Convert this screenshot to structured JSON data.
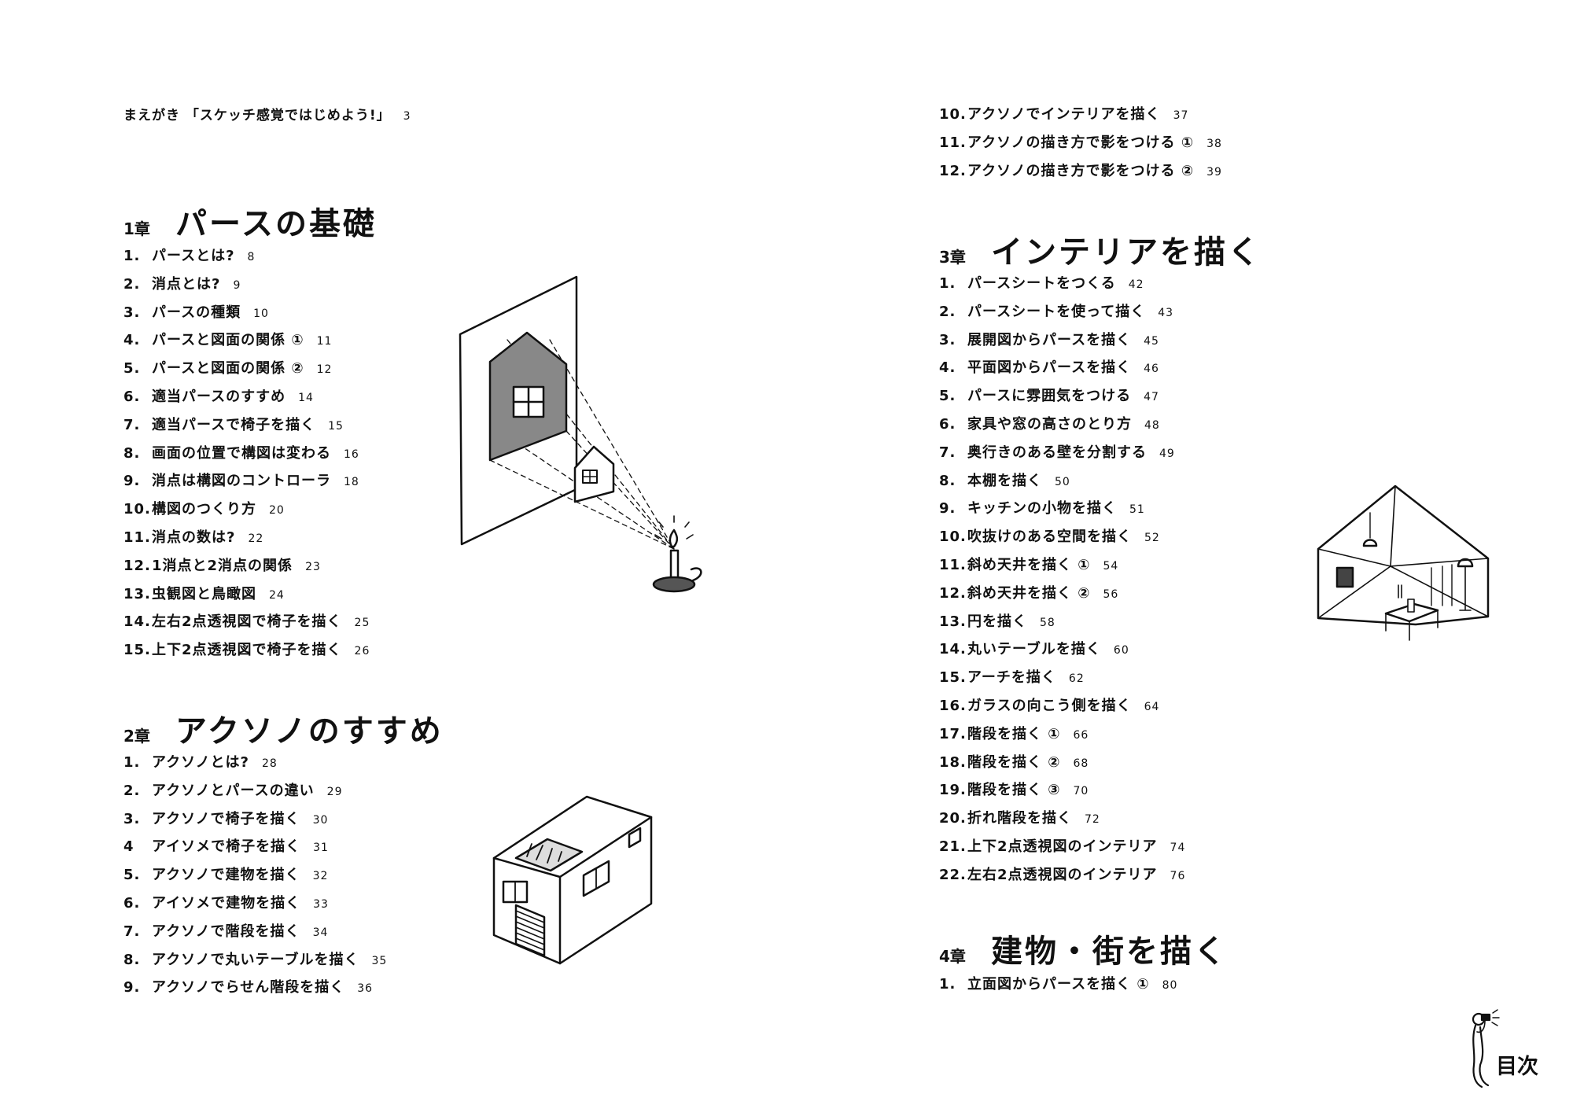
{
  "preface": {
    "label": "まえがき 「スケッチ感覚ではじめよう!」",
    "page": "3"
  },
  "chapters": [
    {
      "num": "1章",
      "title": "パースの基礎",
      "items": [
        {
          "n": "1.",
          "label": "パースとは?",
          "page": "8"
        },
        {
          "n": "2.",
          "label": "消点とは?",
          "page": "9"
        },
        {
          "n": "3.",
          "label": "パースの種類",
          "page": "10"
        },
        {
          "n": "4.",
          "label": "パースと図面の関係 ①",
          "page": "11"
        },
        {
          "n": "5.",
          "label": "パースと図面の関係 ②",
          "page": "12"
        },
        {
          "n": "6.",
          "label": "適当パースのすすめ",
          "page": "14"
        },
        {
          "n": "7.",
          "label": "適当パースで椅子を描く",
          "page": "15"
        },
        {
          "n": "8.",
          "label": "画面の位置で構図は変わる",
          "page": "16"
        },
        {
          "n": "9.",
          "label": "消点は構図のコントローラ",
          "page": "18"
        },
        {
          "n": "10.",
          "label": "構図のつくり方",
          "page": "20"
        },
        {
          "n": "11.",
          "label": "消点の数は?",
          "page": "22"
        },
        {
          "n": "12.",
          "label": "1消点と2消点の関係",
          "page": "23"
        },
        {
          "n": "13.",
          "label": "虫観図と鳥瞰図",
          "page": "24"
        },
        {
          "n": "14.",
          "label": "左右2点透視図で椅子を描く",
          "page": "25"
        },
        {
          "n": "15.",
          "label": "上下2点透視図で椅子を描く",
          "page": "26"
        }
      ]
    },
    {
      "num": "2章",
      "title": "アクソノのすすめ",
      "items": [
        {
          "n": "1.",
          "label": "アクソノとは?",
          "page": "28"
        },
        {
          "n": "2.",
          "label": "アクソノとパースの違い",
          "page": "29"
        },
        {
          "n": "3.",
          "label": "アクソノで椅子を描く",
          "page": "30"
        },
        {
          "n": "4",
          "label": "アイソメで椅子を描く",
          "page": "31"
        },
        {
          "n": "5.",
          "label": "アクソノで建物を描く",
          "page": "32"
        },
        {
          "n": "6.",
          "label": "アイソメで建物を描く",
          "page": "33"
        },
        {
          "n": "7.",
          "label": "アクソノで階段を描く",
          "page": "34"
        },
        {
          "n": "8.",
          "label": "アクソノで丸いテーブルを描く",
          "page": "35"
        },
        {
          "n": "9.",
          "label": "アクソノでらせん階段を描く",
          "page": "36"
        },
        {
          "n": "10.",
          "label": "アクソノでインテリアを描く",
          "page": "37"
        },
        {
          "n": "11.",
          "label": "アクソノの描き方で影をつける ①",
          "page": "38"
        },
        {
          "n": "12.",
          "label": "アクソノの描き方で影をつける ②",
          "page": "39"
        }
      ]
    },
    {
      "num": "3章",
      "title": "インテリアを描く",
      "items": [
        {
          "n": "1.",
          "label": "パースシートをつくる",
          "page": "42"
        },
        {
          "n": "2.",
          "label": "パースシートを使って描く",
          "page": "43"
        },
        {
          "n": "3.",
          "label": "展開図からパースを描く",
          "page": "45"
        },
        {
          "n": "4.",
          "label": "平面図からパースを描く",
          "page": "46"
        },
        {
          "n": "5.",
          "label": "パースに雰囲気をつける",
          "page": "47"
        },
        {
          "n": "6.",
          "label": "家具や窓の高さのとり方",
          "page": "48"
        },
        {
          "n": "7.",
          "label": "奥行きのある壁を分割する",
          "page": "49"
        },
        {
          "n": "8.",
          "label": "本棚を描く",
          "page": "50"
        },
        {
          "n": "9.",
          "label": "キッチンの小物を描く",
          "page": "51"
        },
        {
          "n": "10.",
          "label": "吹抜けのある空間を描く",
          "page": "52"
        },
        {
          "n": "11.",
          "label": "斜め天井を描く ①",
          "page": "54"
        },
        {
          "n": "12.",
          "label": "斜め天井を描く ②",
          "page": "56"
        },
        {
          "n": "13.",
          "label": "円を描く",
          "page": "58"
        },
        {
          "n": "14.",
          "label": "丸いテーブルを描く",
          "page": "60"
        },
        {
          "n": "15.",
          "label": "アーチを描く",
          "page": "62"
        },
        {
          "n": "16.",
          "label": "ガラスの向こう側を描く",
          "page": "64"
        },
        {
          "n": "17.",
          "label": "階段を描く ①",
          "page": "66"
        },
        {
          "n": "18.",
          "label": "階段を描く ②",
          "page": "68"
        },
        {
          "n": "19.",
          "label": "階段を描く ③",
          "page": "70"
        },
        {
          "n": "20.",
          "label": "折れ階段を描く",
          "page": "72"
        },
        {
          "n": "21.",
          "label": "上下2点透視図のインテリア",
          "page": "74"
        },
        {
          "n": "22.",
          "label": "左右2点透視図のインテリア",
          "page": "76"
        }
      ]
    },
    {
      "num": "4章",
      "title": "建物・街を描く",
      "items": [
        {
          "n": "1.",
          "label": "立面図からパースを描く ①",
          "page": "80"
        }
      ]
    }
  ],
  "footer": {
    "label": "目次"
  }
}
